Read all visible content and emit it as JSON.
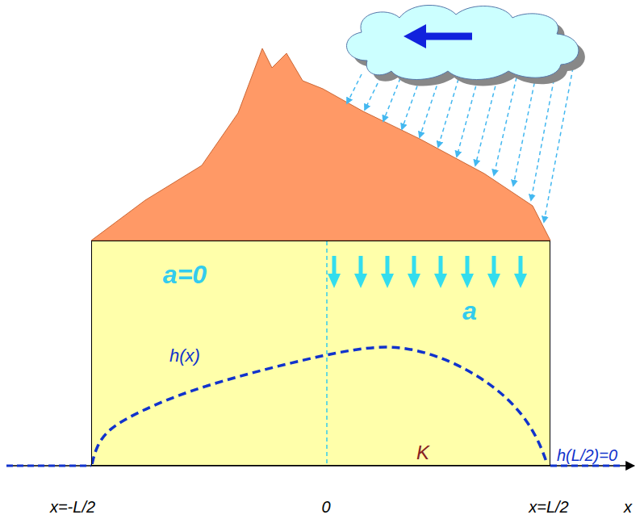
{
  "diagram": {
    "nodes": [
      {
        "text": [
          "a=0",
          "h(x)",
          "a",
          "K"
        ]
      }
    ],
    "labels": [
      "h(L/2)=0",
      "x=-L/2",
      "0",
      "x=L/2",
      "x"
    ]
  }
}
